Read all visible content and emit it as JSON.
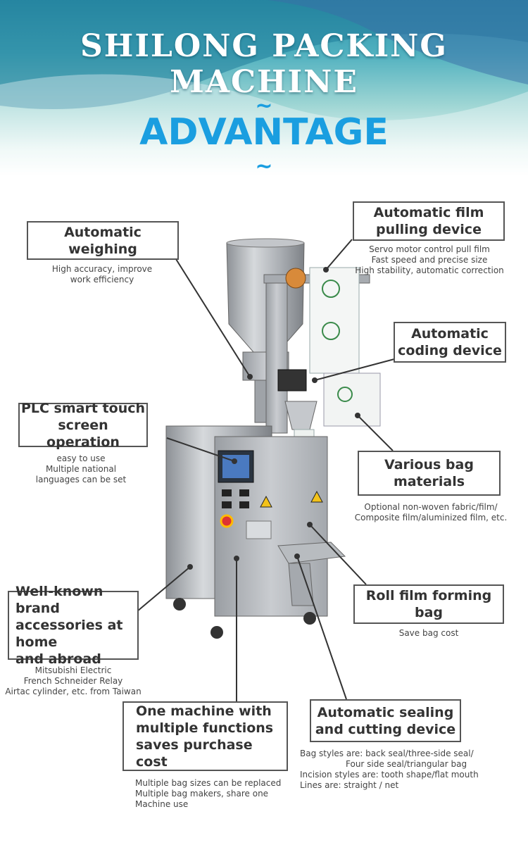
{
  "header": {
    "title": "SHILONG PACKING MACHINE",
    "subtitle": "ADVANTAGE",
    "tilde": "~"
  },
  "features": {
    "film_pulling": {
      "title_lines": [
        "Automatic film",
        "pulling device"
      ],
      "desc_lines": [
        "Servo motor control pull film",
        "Fast speed and precise size",
        "High stability, automatic correction"
      ]
    },
    "weighing": {
      "title_lines": [
        "Automatic weighing"
      ],
      "desc_lines": [
        "High accuracy, improve",
        "work efficiency"
      ]
    },
    "coding": {
      "title_lines": [
        "Automatic",
        "coding device"
      ]
    },
    "plc": {
      "title_lines": [
        "PLC smart touch",
        "screen operation"
      ],
      "desc_lines": [
        "easy to use",
        "Multiple national",
        "languages can be set"
      ]
    },
    "bag_materials": {
      "title_lines": [
        "Various bag",
        "materials"
      ],
      "desc_lines": [
        "Optional non-woven fabric/film/",
        "Composite film/aluminized film, etc."
      ]
    },
    "brand": {
      "title_lines": [
        "Well-known brand",
        "accessories at home",
        "and abroad"
      ],
      "desc_lines": [
        "Mitsubishi Electric",
        "French Schneider Relay",
        "Airtac cylinder, etc. from Taiwan"
      ]
    },
    "roll_film": {
      "title_lines": [
        "Roll film forming bag"
      ],
      "desc_lines": [
        "Save bag cost"
      ]
    },
    "sealing": {
      "title_lines": [
        "Automatic sealing",
        "and cutting device"
      ],
      "desc_lines": [
        "Bag styles are: back seal/three-side seal/",
        "Four side seal/triangular bag",
        "Incision styles are: tooth shape/flat mouth",
        "Lines are: straight / net"
      ]
    },
    "multi_function": {
      "title_lines": [
        "One machine with",
        "multiple functions",
        "saves purchase cost"
      ],
      "desc_lines": [
        "Multiple bag sizes can be replaced",
        "Multiple bag makers, share one",
        "Machine use"
      ]
    }
  },
  "colors": {
    "accent": "#1a9ee0",
    "border": "#555555",
    "steel": "#b8bcc0"
  }
}
